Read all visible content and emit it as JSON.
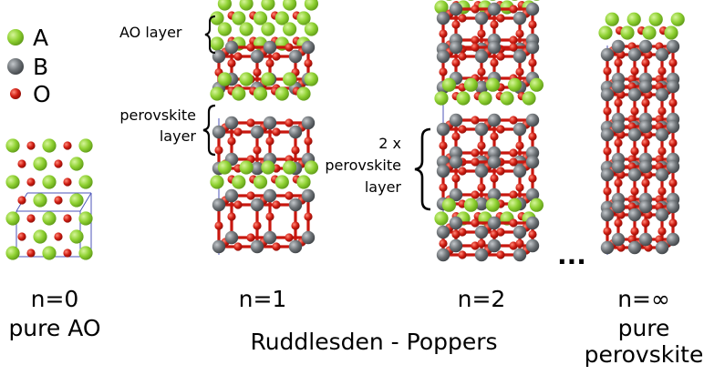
{
  "colors": {
    "A": "#8fd132",
    "B": "#6f7478",
    "O": "#d01d12",
    "bond": "#c8170f",
    "cell_edge": "#4d56b8"
  },
  "legend": [
    {
      "symbol": "A",
      "color_key": "A"
    },
    {
      "symbol": "B",
      "color_key": "B"
    },
    {
      "symbol": "O",
      "color_key": "O"
    }
  ],
  "annotations": {
    "ao_layer": "AO layer",
    "perovskite_layer_line1": "perovskite",
    "perovskite_layer_line2": "layer",
    "two_x_line1": "2 x",
    "two_x_line2": "perovskite",
    "two_x_line3": "layer"
  },
  "ellipsis": "...",
  "structures": [
    {
      "id": "n0",
      "label": "n=0",
      "sublabel_line1": "pure AO",
      "sublabel_line2": ""
    },
    {
      "id": "n1",
      "label": "n=1",
      "sublabel_line1": "",
      "sublabel_line2": ""
    },
    {
      "id": "n2",
      "label": "n=2",
      "sublabel_line1": "",
      "sublabel_line2": ""
    },
    {
      "id": "ninf",
      "label": "n=∞",
      "sublabel_line1": "pure",
      "sublabel_line2": "perovskite"
    }
  ],
  "family_label": "Ruddlesden - Poppers"
}
